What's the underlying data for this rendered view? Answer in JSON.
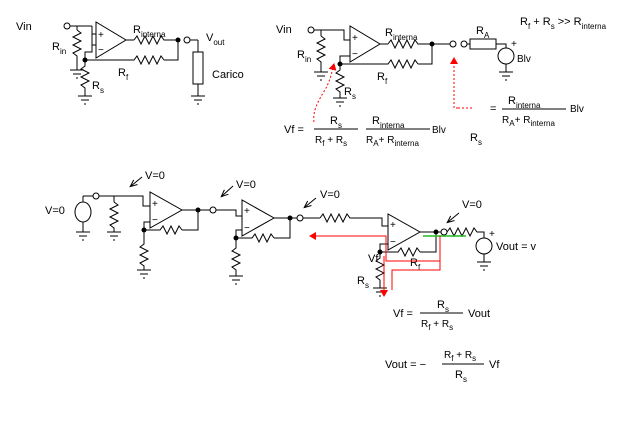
{
  "colors": {
    "wire": "#000000",
    "feedback_path": "#ff0000",
    "load_path": "#22bb22",
    "background": "#ffffff"
  },
  "circuit_a": {
    "vin": "Vin",
    "r_in": "R",
    "r_in_sub": "in",
    "r_interna": "R",
    "r_interna_sub": "interna",
    "r_f": "R",
    "r_f_sub": "f",
    "r_s": "R",
    "r_s_sub": "s",
    "vout": "V",
    "vout_sub": "out",
    "load": "Carico",
    "plus": "+",
    "minus": "−"
  },
  "circuit_b": {
    "vin": "Vin",
    "r_in": "R",
    "r_in_sub": "in",
    "r_interna": "R",
    "r_interna_sub": "interna",
    "r_f": "R",
    "r_f_sub": "f",
    "r_s": "R",
    "r_s_sub": "s",
    "r_a": "R",
    "r_a_sub": "A",
    "blv": "Blv",
    "plus": "+",
    "minus": "−",
    "condition": {
      "a": "R",
      "a_sub": "f",
      "plus": " + ",
      "b": "R",
      "b_sub": "s",
      "gt": " >> ",
      "c": "R",
      "c_sub": "interna"
    },
    "vf_eq": {
      "lhs": "Vf =",
      "num1": "R",
      "num1_sub": "s",
      "den1a": "R",
      "den1a_sub": "f",
      "den1_plus": " + ",
      "den1b": "R",
      "den1b_sub": "s",
      "num2": "R",
      "num2_sub": "interna",
      "den2a": "R",
      "den2a_sub": "A",
      "den2_plus": "+ ",
      "den2b": "R",
      "den2b_sub": "interna",
      "tail": "Blv"
    },
    "rs_eq": {
      "lhs": "=",
      "num": "R",
      "num_sub": "interna",
      "dena": "R",
      "dena_sub": "A",
      "den_plus": "+ ",
      "denb": "R",
      "denb_sub": "interna",
      "tail": "Blv",
      "under": "R",
      "under_sub": "s"
    }
  },
  "circuit_c": {
    "v0_source": "V=0",
    "v0_1": "V=0",
    "v0_2": "V=0",
    "v0_3": "V=0",
    "v0_4": "V=0",
    "vf": "Vf",
    "r_s": "R",
    "r_s_sub": "s",
    "r_f": "R",
    "r_f_sub": "f",
    "vout": "Vout = v",
    "plus": "+",
    "minus": "−",
    "vf_eq": {
      "lhs": "Vf =",
      "num": "R",
      "num_sub": "s",
      "dena": "R",
      "dena_sub": "f",
      "den_plus": " + ",
      "denb": "R",
      "denb_sub": "s",
      "tail": "Vout"
    },
    "vout_eq": {
      "lhs": "Vout",
      "eq": " = −",
      "numa": "R",
      "numa_sub": "f",
      "num_plus": " + ",
      "numb": "R",
      "numb_sub": "s",
      "den": "R",
      "den_sub": "s",
      "tail": "Vf"
    }
  }
}
